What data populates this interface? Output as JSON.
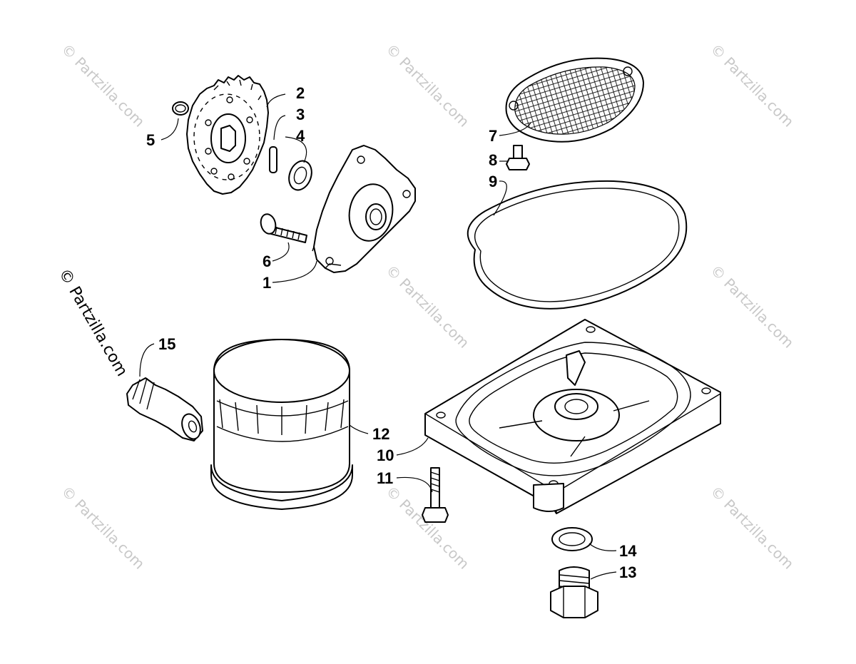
{
  "watermark": {
    "text": "© Partzilla.com",
    "primary_text": "© Partzilla.com"
  },
  "callouts": [
    {
      "id": "1",
      "label": "1"
    },
    {
      "id": "2",
      "label": "2"
    },
    {
      "id": "3",
      "label": "3"
    },
    {
      "id": "4",
      "label": "4"
    },
    {
      "id": "5",
      "label": "5"
    },
    {
      "id": "6",
      "label": "6"
    },
    {
      "id": "7",
      "label": "7"
    },
    {
      "id": "8",
      "label": "8"
    },
    {
      "id": "9",
      "label": "9"
    },
    {
      "id": "10",
      "label": "10"
    },
    {
      "id": "11",
      "label": "11"
    },
    {
      "id": "12",
      "label": "12"
    },
    {
      "id": "13",
      "label": "13"
    },
    {
      "id": "14",
      "label": "14"
    },
    {
      "id": "15",
      "label": "15"
    }
  ]
}
